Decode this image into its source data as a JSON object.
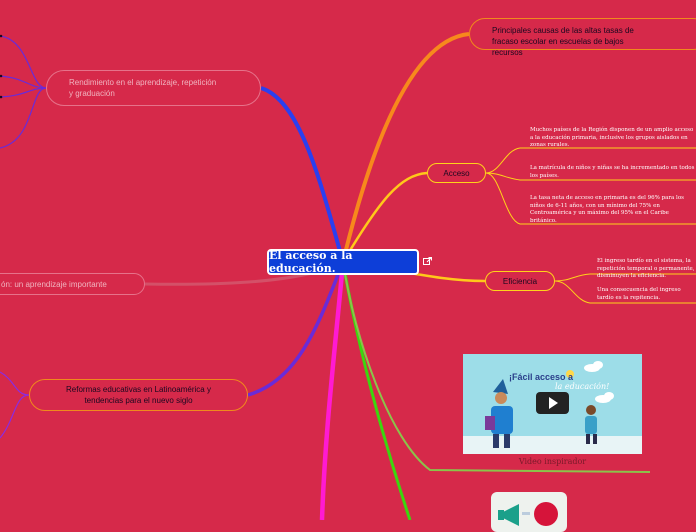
{
  "center": {
    "title": "El acceso a la educación."
  },
  "causas": {
    "label": "Principales causas de las altas tasas de fracaso escolar en escuelas de bajos recursos"
  },
  "acceso": {
    "label": "Acceso",
    "notes": [
      "Muchos países de la Región disponen de un amplio acceso a la educación primaria, inclusive los grupos aislados en zonas rurales.",
      "La matrícula de niños y niñas se ha incrementado en todos los países.",
      "La tasa neta de acceso en primaria es del 96% para los niños de 6-11 años, con un mínimo del 75% en Centroamérica y un máximo del 95% en el Caribe británico."
    ]
  },
  "eficiencia": {
    "label": "Eficiencia",
    "notes": [
      "El ingreso tardío en el sistema, la repetición temporal o permanente, disminuyen la eficiencia.",
      "Una consecuencia del ingreso tardío es la repitencia."
    ]
  },
  "rendimiento": {
    "label": "Rendimiento en el aprendizaje, repetición y graduación"
  },
  "aprendizaje": {
    "label": "ón: un aprendizaje importante"
  },
  "reformas": {
    "label": "Reformas educativas en Latinoamérica y tendencias para el nuevo siglo"
  },
  "video": {
    "title_line1": "¡Fácil acceso a",
    "title_line2": "la educación!",
    "caption": "Video inspirador"
  },
  "colors": {
    "background": "#d6294a",
    "center": "#0d3ed8",
    "blue_branch": "#2a3ff0",
    "orange_branch": "#f7891c",
    "yellow_branch": "#ffc81a",
    "purple_branch": "#8a2be2",
    "magenta_branch": "#ff1ad2",
    "green_branch": "#3cd60e"
  },
  "icons": [
    "external-link-icon",
    "play-icon",
    "sun-icon",
    "cloud-icon",
    "megaphone-icon"
  ]
}
